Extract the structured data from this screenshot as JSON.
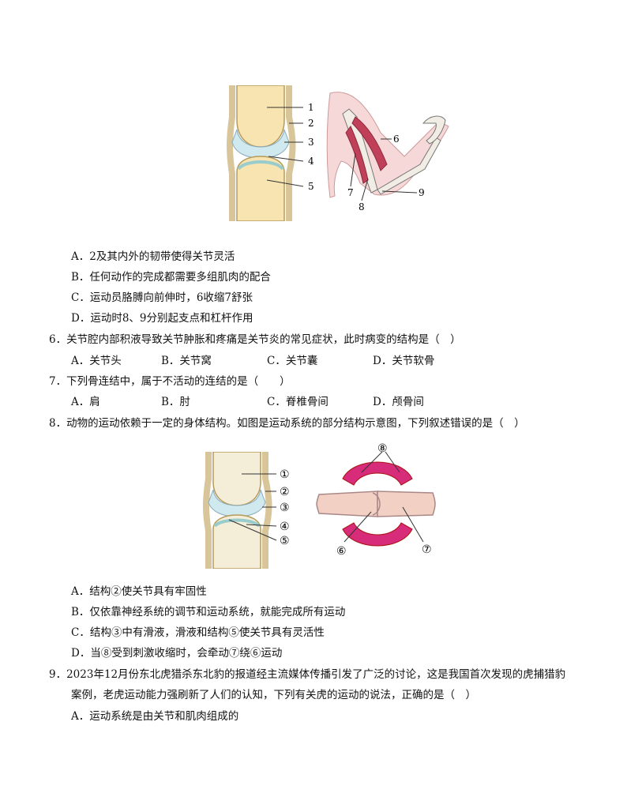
{
  "figure1": {
    "joint_labels": [
      "1",
      "2",
      "3",
      "4",
      "5"
    ],
    "arm_labels": [
      "6",
      "7",
      "8",
      "9"
    ]
  },
  "q5_options": [
    "A．2及其内外的韧带使得关节灵活",
    "B．任何动作的完成都需要多组肌肉的配合",
    "C．运动员胳膊向前伸时，6收缩7舒张",
    "D．运动时8、9分别起支点和杠杆作用"
  ],
  "q6": {
    "stem": "6．关节腔内部积液导致关节肿胀和疼痛是关节炎的常见症状，此时病变的结构是（　）",
    "options": [
      "A．关节头",
      "B．关节窝",
      "C．关节囊",
      "D．关节软骨"
    ]
  },
  "q7": {
    "stem": "7．下列骨连结中，属于不活动的连结的是（　　）",
    "options": [
      "A．肩",
      "B．肘",
      "C．脊椎骨间",
      "D．颅骨间"
    ]
  },
  "q8": {
    "stem": "8．动物的运动依赖于一定的身体结构。如图是运动系统的部分结构示意图，下列叙述错误的是（　）",
    "figure": {
      "joint_labels": [
        "①",
        "②",
        "③",
        "④",
        "⑤"
      ],
      "muscle_labels": [
        "⑧",
        "⑥",
        "⑦"
      ]
    },
    "options": [
      "A．结构②使关节具有牢固性",
      "B．仅依靠神经系统的调节和运动系统，就能完成所有运动",
      "C．结构③中有滑液，滑液和结构⑤使关节具有灵活性",
      "D．当⑧受到刺激收缩时，会牵动⑦绕⑥运动"
    ]
  },
  "q9": {
    "stem_line1": "9．2023年12月份东北虎猎杀东北豹的报道经主流媒体传播引发了广泛的讨论，这是我国首次发现的虎捕猎豹",
    "stem_line2": "案例，老虎运动能力强刷新了人们的认知，下列有关虎的运动的说法，正确的是（　）",
    "options": [
      "A．运动系统是由关节和肌肉组成的"
    ]
  }
}
